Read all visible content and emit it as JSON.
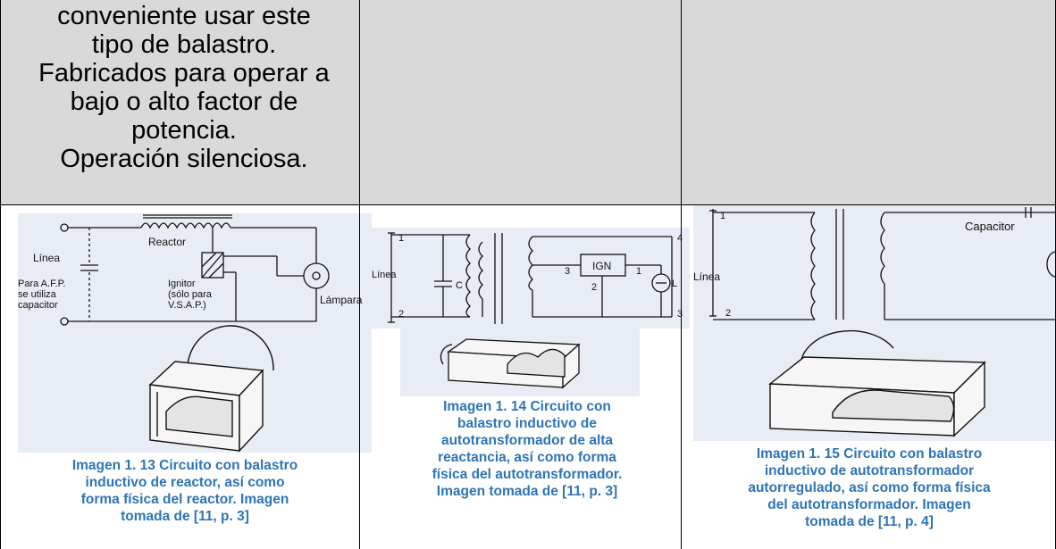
{
  "text_cell": {
    "lines": [
      "conveniente usar este",
      "tipo de balastro.",
      "Fabricados para operar a",
      "bajo o alto factor de",
      "potencia.",
      "Operación silenciosa."
    ]
  },
  "figure1": {
    "labels": {
      "reactor": "Reactor",
      "linea": "Línea",
      "afp1": "Para A.F.P.",
      "afp2": "se utiliza",
      "afp3": "capacitor",
      "ign1": "Ignitor",
      "ign2": "(sólo para",
      "ign3": "V.S.A.P.)",
      "lampara": "Lámpara"
    },
    "caption": [
      "Imagen 1. 13 Circuito con balastro",
      "inductivo de reactor, así como",
      "forma física del reactor. Imagen",
      "tomada de [11, p. 3]"
    ]
  },
  "figure2": {
    "labels": {
      "t1": "1",
      "t2": "2",
      "t3": "3",
      "t4": "4",
      "linea": "Línea",
      "c": "C",
      "ign": "IGN",
      "n3": "3",
      "n1": "1",
      "n2": "2",
      "l": "L"
    },
    "caption": [
      "Imagen 1. 14 Circuito con",
      "balastro inductivo de",
      "autotransformador de alta",
      "reactancia, así como forma",
      "física del autotransformador.",
      "Imagen tomada de [11, p. 3]"
    ]
  },
  "figure3": {
    "labels": {
      "t1": "1",
      "t2": "2",
      "linea": "Línea",
      "capacitor": "Capacitor"
    },
    "caption": [
      "Imagen 1. 15 Circuito con balastro",
      "inductivo de autotransformador",
      "autorregulado, así como forma física",
      "del autotransformador. Imagen",
      "tomada de [11, p. 4]"
    ]
  },
  "colors": {
    "cell_gray": "#d9d9d9",
    "caption_blue": "#2e74b5"
  }
}
